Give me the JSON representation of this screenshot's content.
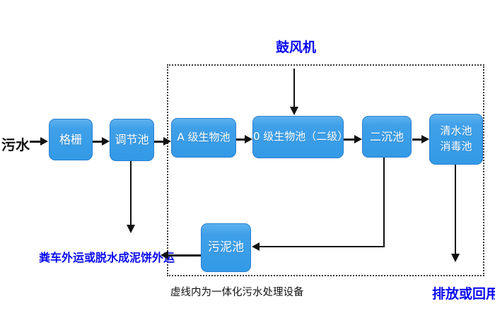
{
  "flowchart": {
    "source_label": "污水",
    "blower_label": "鼓风机",
    "boundary_caption": "虚线内为一体化污水处理设备",
    "sludge_disposal_label": "粪车外运或脱水成泥饼外运",
    "discharge_label": "排放或回用",
    "nodes": {
      "grid": {
        "label": "格栅"
      },
      "regulating_tank": {
        "label": "调节池"
      },
      "a_bio_tank": {
        "label": "A 级生物池"
      },
      "o_bio_tank": {
        "label": "0 级生物池（二级）"
      },
      "secondary_sedimentation_tank": {
        "label": "二沉池"
      },
      "clear_water_disinfection_tank": {
        "label": "清水池\n消毒池"
      },
      "sludge_tank": {
        "label": "污泥池"
      }
    },
    "colors": {
      "node_fill": "#3FA0E9",
      "node_border": "#2B7FD0",
      "node_text": "#FFFFFF",
      "accent_label": "#0909F0",
      "line": "#111111",
      "background": "#FFFFFF"
    }
  }
}
